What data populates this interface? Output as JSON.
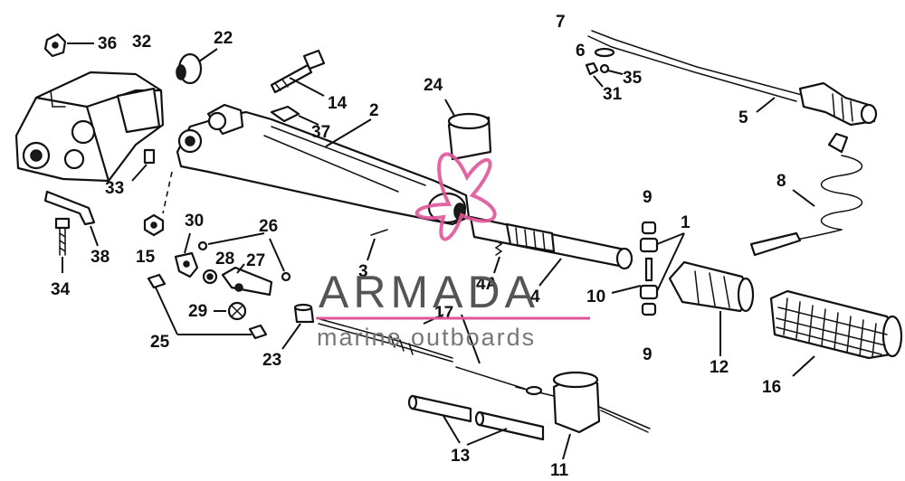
{
  "callouts": {
    "c1": "1",
    "c2": "2",
    "c3": "3",
    "c4": "4",
    "c4a": "4A",
    "c5": "5",
    "c6": "6",
    "c7": "7",
    "c8": "8",
    "c9a": "9",
    "c9b": "9",
    "c10": "10",
    "c11": "11",
    "c12": "12",
    "c13": "13",
    "c14": "14",
    "c15": "15",
    "c16": "16",
    "c17": "17",
    "c22": "22",
    "c23": "23",
    "c24": "24",
    "c25": "25",
    "c26": "26",
    "c27": "27",
    "c28": "28",
    "c29": "29",
    "c30": "30",
    "c31": "31",
    "c32": "32",
    "c33": "33",
    "c34": "34",
    "c35": "35",
    "c36": "36",
    "c37": "37",
    "c38": "38"
  },
  "watermark": {
    "brand": "ARMADA",
    "tagline": "marine outboards",
    "brand_color": "#555555",
    "accent_color": "#e0559a"
  }
}
